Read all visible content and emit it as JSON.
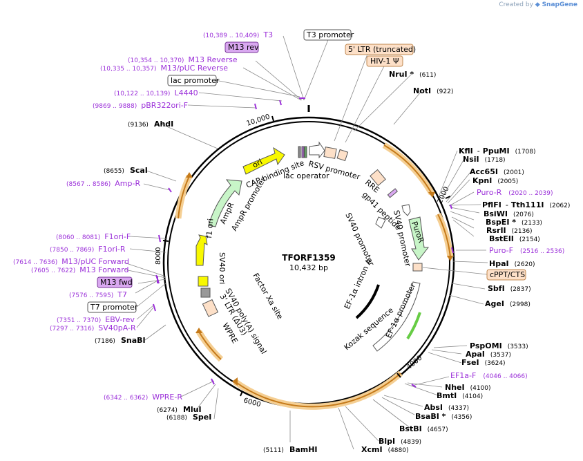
{
  "credit": {
    "prefix": "Created by",
    "brand": "SnapGene"
  },
  "plasmid": {
    "name": "TFORF1359",
    "size_label": "10,432 bp",
    "length": 10432
  },
  "colors": {
    "enzyme": "#000000",
    "primer": "#9b30d9",
    "ring": "#000000",
    "orf": "#f0b35a",
    "promoter_box": "#ffffff",
    "ltr_box": "#fde0c8",
    "ampr": "#c8f5c8",
    "ori": "#f8f800",
    "purple_box": "#d9a8f0"
  },
  "ticks": [
    "2000",
    "4000",
    "6000",
    "8000",
    "10,000"
  ],
  "boxed_labels": [
    {
      "text": "T3 promoter",
      "style": "white"
    },
    {
      "text": "5' LTR (truncated)",
      "style": "peach"
    },
    {
      "text": "HIV-1 Ψ",
      "style": "peach"
    },
    {
      "text": "M13 rev",
      "style": "purple"
    },
    {
      "text": "lac promoter",
      "style": "white"
    },
    {
      "text": "cPPT/CTS",
      "style": "peach"
    },
    {
      "text": "M13 fwd",
      "style": "purple"
    },
    {
      "text": "T7 promoter",
      "style": "white"
    }
  ],
  "enzymes": [
    {
      "name": "NruI",
      "pos": "(611)",
      "star": true
    },
    {
      "name": "NotI",
      "pos": "(922)"
    },
    {
      "name": "KflI",
      "pos": "",
      "pair": "PpuMI",
      "pairpos": "(1708)"
    },
    {
      "name": "NsiI",
      "pos": "(1718)"
    },
    {
      "name": "Acc65I",
      "pos": "(2001)"
    },
    {
      "name": "KpnI",
      "pos": "(2005)"
    },
    {
      "name": "PflFI",
      "pos": "",
      "pair": "Tth111I",
      "pairpos": "(2062)"
    },
    {
      "name": "BsiWI",
      "pos": "(2076)"
    },
    {
      "name": "BspEI",
      "pos": "(2133)",
      "star": true
    },
    {
      "name": "RsrII",
      "pos": "(2136)"
    },
    {
      "name": "BstEII",
      "pos": "(2154)"
    },
    {
      "name": "HpaI",
      "pos": "(2620)"
    },
    {
      "name": "SbfI",
      "pos": "(2837)"
    },
    {
      "name": "AgeI",
      "pos": "(2998)"
    },
    {
      "name": "PspOMI",
      "pos": "(3533)"
    },
    {
      "name": "ApaI",
      "pos": "(3537)"
    },
    {
      "name": "FseI",
      "pos": "(3624)"
    },
    {
      "name": "NheI",
      "pos": "(4100)"
    },
    {
      "name": "BmtI",
      "pos": "(4104)"
    },
    {
      "name": "AbsI",
      "pos": "(4337)"
    },
    {
      "name": "BsaBI",
      "pos": "(4356)",
      "star": true
    },
    {
      "name": "BstBI",
      "pos": "(4657)"
    },
    {
      "name": "BlpI",
      "pos": "(4839)"
    },
    {
      "name": "XcmI",
      "pos": "(4880)"
    },
    {
      "name": "BamHI",
      "pos": "(5111)"
    },
    {
      "name": "SpeI",
      "pos": "(6188)"
    },
    {
      "name": "MluI",
      "pos": "(6274)"
    },
    {
      "name": "SnaBI",
      "pos": "(7186)"
    },
    {
      "name": "ScaI",
      "pos": "(8655)"
    },
    {
      "name": "AhdI",
      "pos": "(9136)"
    }
  ],
  "primers": [
    {
      "name": "T3",
      "range": "(10,389 .. 10,409)"
    },
    {
      "name": "M13 Reverse",
      "range": "(10,354 .. 10,370)"
    },
    {
      "name": "M13/pUC Reverse",
      "range": "(10,335 .. 10,357)"
    },
    {
      "name": "L4440",
      "range": "(10,122 .. 10,139)"
    },
    {
      "name": "pBR322ori-F",
      "range": "(9869 .. 9888)"
    },
    {
      "name": "Amp-R",
      "range": "(8567 .. 8586)"
    },
    {
      "name": "F1ori-F",
      "range": "(8060 .. 8081)"
    },
    {
      "name": "F1ori-R",
      "range": "(7850 .. 7869)"
    },
    {
      "name": "M13/pUC Forward",
      "range": "(7614 .. 7636)"
    },
    {
      "name": "M13 Forward",
      "range": "(7605 .. 7622)"
    },
    {
      "name": "T7",
      "range": "(7576 .. 7595)"
    },
    {
      "name": "EBV-rev",
      "range": "(7351 .. 7370)"
    },
    {
      "name": "SV40pA-R",
      "range": "(7297 .. 7316)"
    },
    {
      "name": "WPRE-R",
      "range": "(6342 .. 6362)"
    },
    {
      "name": "Puro-R",
      "range": "(2020 .. 2039)"
    },
    {
      "name": "Puro-F",
      "range": "(2516 .. 2536)"
    },
    {
      "name": "EF1a-F",
      "range": "(4046 .. 4066)"
    }
  ],
  "inner_labels": [
    "ori",
    "CAP binding site",
    "lac operator",
    "RSV promoter",
    "RRE",
    "gp41 peptide",
    "SV40 promoter",
    "PuroR",
    "SV40 promoter",
    "EF-1α intron A",
    "EF-1α promoter",
    "Kozak sequence",
    "AmpR",
    "AmpR promoter",
    "f1 ori",
    "SV40 ori",
    "Factor Xa site",
    "SV40 poly(A) signal",
    "3' LTR (ΔU3)",
    "WPRE"
  ]
}
